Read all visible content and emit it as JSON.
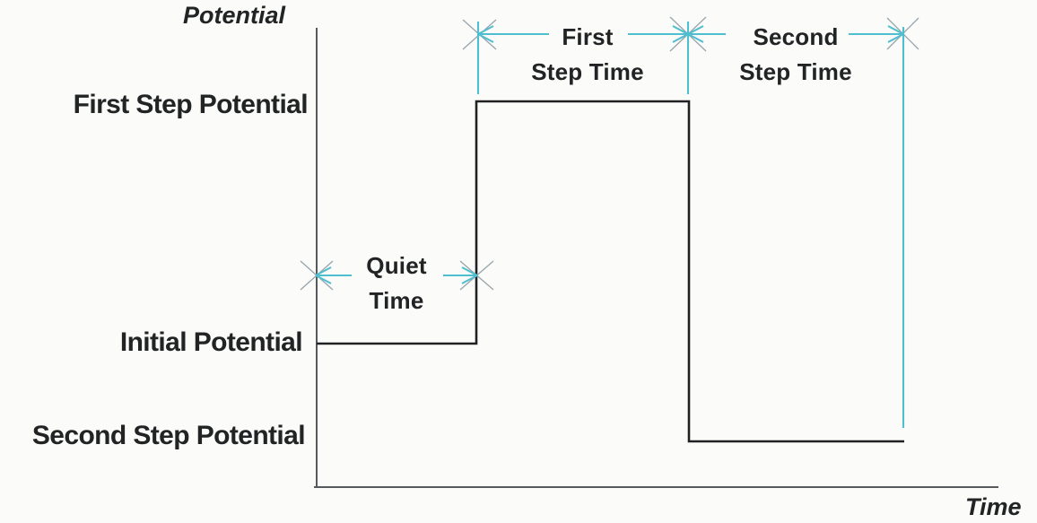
{
  "axes": {
    "y_label": "Potential",
    "x_label": "Time"
  },
  "levels": {
    "first": "First Step Potential",
    "initial": "Initial Potential",
    "second": "Second Step Potential"
  },
  "intervals": {
    "quiet": {
      "line1": "Quiet",
      "line2": "Time"
    },
    "first": {
      "line1": "First",
      "line2": "Step Time"
    },
    "second": {
      "line1": "Second",
      "line2": "Step Time"
    }
  },
  "waveform": {
    "segments": [
      {
        "interval": "Quiet Time",
        "level": "Initial Potential"
      },
      {
        "interval": "First Step Time",
        "level": "First Step Potential"
      },
      {
        "interval": "Second Step Time",
        "level": "Second Step Potential"
      }
    ]
  },
  "colors": {
    "annotation_cyan": "#4fbecf",
    "axis_gray": "#55595c",
    "waveform_black": "#1f2123",
    "wing_gray": "#97a5ac",
    "text": "#212325",
    "background": "#fbfbf9"
  }
}
